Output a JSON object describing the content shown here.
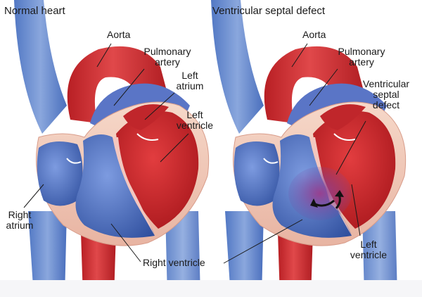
{
  "panels": {
    "normal": {
      "title": "Normal heart",
      "labels": {
        "aorta": "Aorta",
        "pulmonary_artery": "Pulmonary\nartery",
        "left_atrium": "Left\natrium",
        "left_ventricle": "Left\nventricle",
        "right_atrium": "Right\natrium"
      }
    },
    "vsd": {
      "title": "Ventricular septal defect",
      "labels": {
        "aorta": "Aorta",
        "pulmonary_artery": "Pulmonary\nartery",
        "vsd": "Ventricular\nseptal\ndefect",
        "left_ventricle": "Left\nventricle"
      }
    }
  },
  "shared": {
    "right_ventricle": "Right ventricle"
  },
  "colors": {
    "oxygenated_red": "#c8282b",
    "deoxygenated_blue": "#3f63b4",
    "vein_blue": "#6e8fcf",
    "pericardium_pink": "#f1c9b8",
    "septum_pink": "#f3c7bf",
    "defect_purple": "#8a3f8f"
  }
}
